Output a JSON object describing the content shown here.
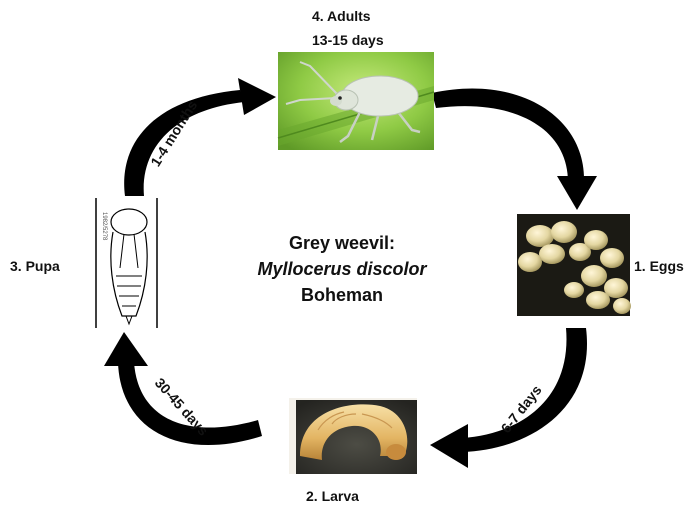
{
  "title": {
    "line1": "Grey weevil:",
    "genus": "Myllocerus",
    "species": "discolor",
    "author": "Boheman"
  },
  "stages": {
    "adults": {
      "label": "4. Adults",
      "duration": "13-15 days"
    },
    "eggs": {
      "label": "1. Eggs"
    },
    "larva": {
      "label": "2. Larva"
    },
    "pupa": {
      "label": "3. Pupa",
      "side_text": "1982/5278"
    }
  },
  "transitions": {
    "pupa_to_adult": "1-4 months",
    "eggs_to_larva": "6-7 days",
    "larva_to_pupa": "30-45 days"
  },
  "colors": {
    "arrow": "#000000",
    "leaf": "#7fbf3a",
    "weevil": "#dfe6dc",
    "egg": "#e6dcae",
    "larva": "#e9c27a"
  }
}
